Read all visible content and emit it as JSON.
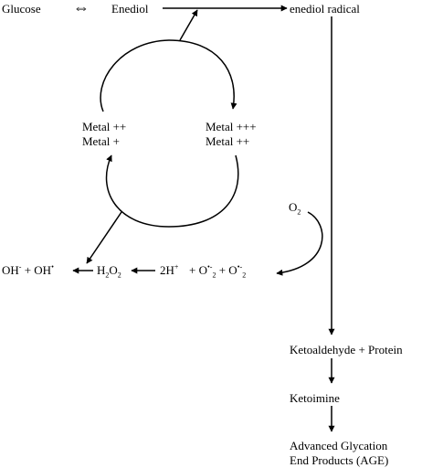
{
  "diagram": {
    "glucose": "Glucose",
    "equilibrium_symbol": "⇔",
    "enediol": "Enediol",
    "enediol_radical": "enediol radical",
    "metal_left_1": "Metal ++",
    "metal_left_2": "Metal +",
    "metal_right_1": "Metal +++",
    "metal_right_2": "Metal ++",
    "oxygen": {
      "base": "O",
      "sub": "2"
    },
    "hydroxide": {
      "oh": "OH",
      "minus": "-",
      "plus": " + OH",
      "dot": "•"
    },
    "hydrogen_peroxide": {
      "h": "H",
      "sub1": "2",
      "o": "O",
      "sub2": "2"
    },
    "protons": {
      "base": "2H",
      "sup": "+"
    },
    "superoxide": {
      "plus1": "+ O",
      "dot1": "•",
      "minus1": "-",
      "sub1": "2",
      "plus2": "+ O",
      "dot2": "•",
      "minus2": "-",
      "sub2": "2"
    },
    "ketoaldehyde_protein": "Ketoaldehyde + Protein",
    "ketoimine": "Ketoimine",
    "age_line1": "Advanced Glycation",
    "age_line2": "End Products (AGE)"
  },
  "colors": {
    "ink": "#000000",
    "background": "#ffffff"
  }
}
